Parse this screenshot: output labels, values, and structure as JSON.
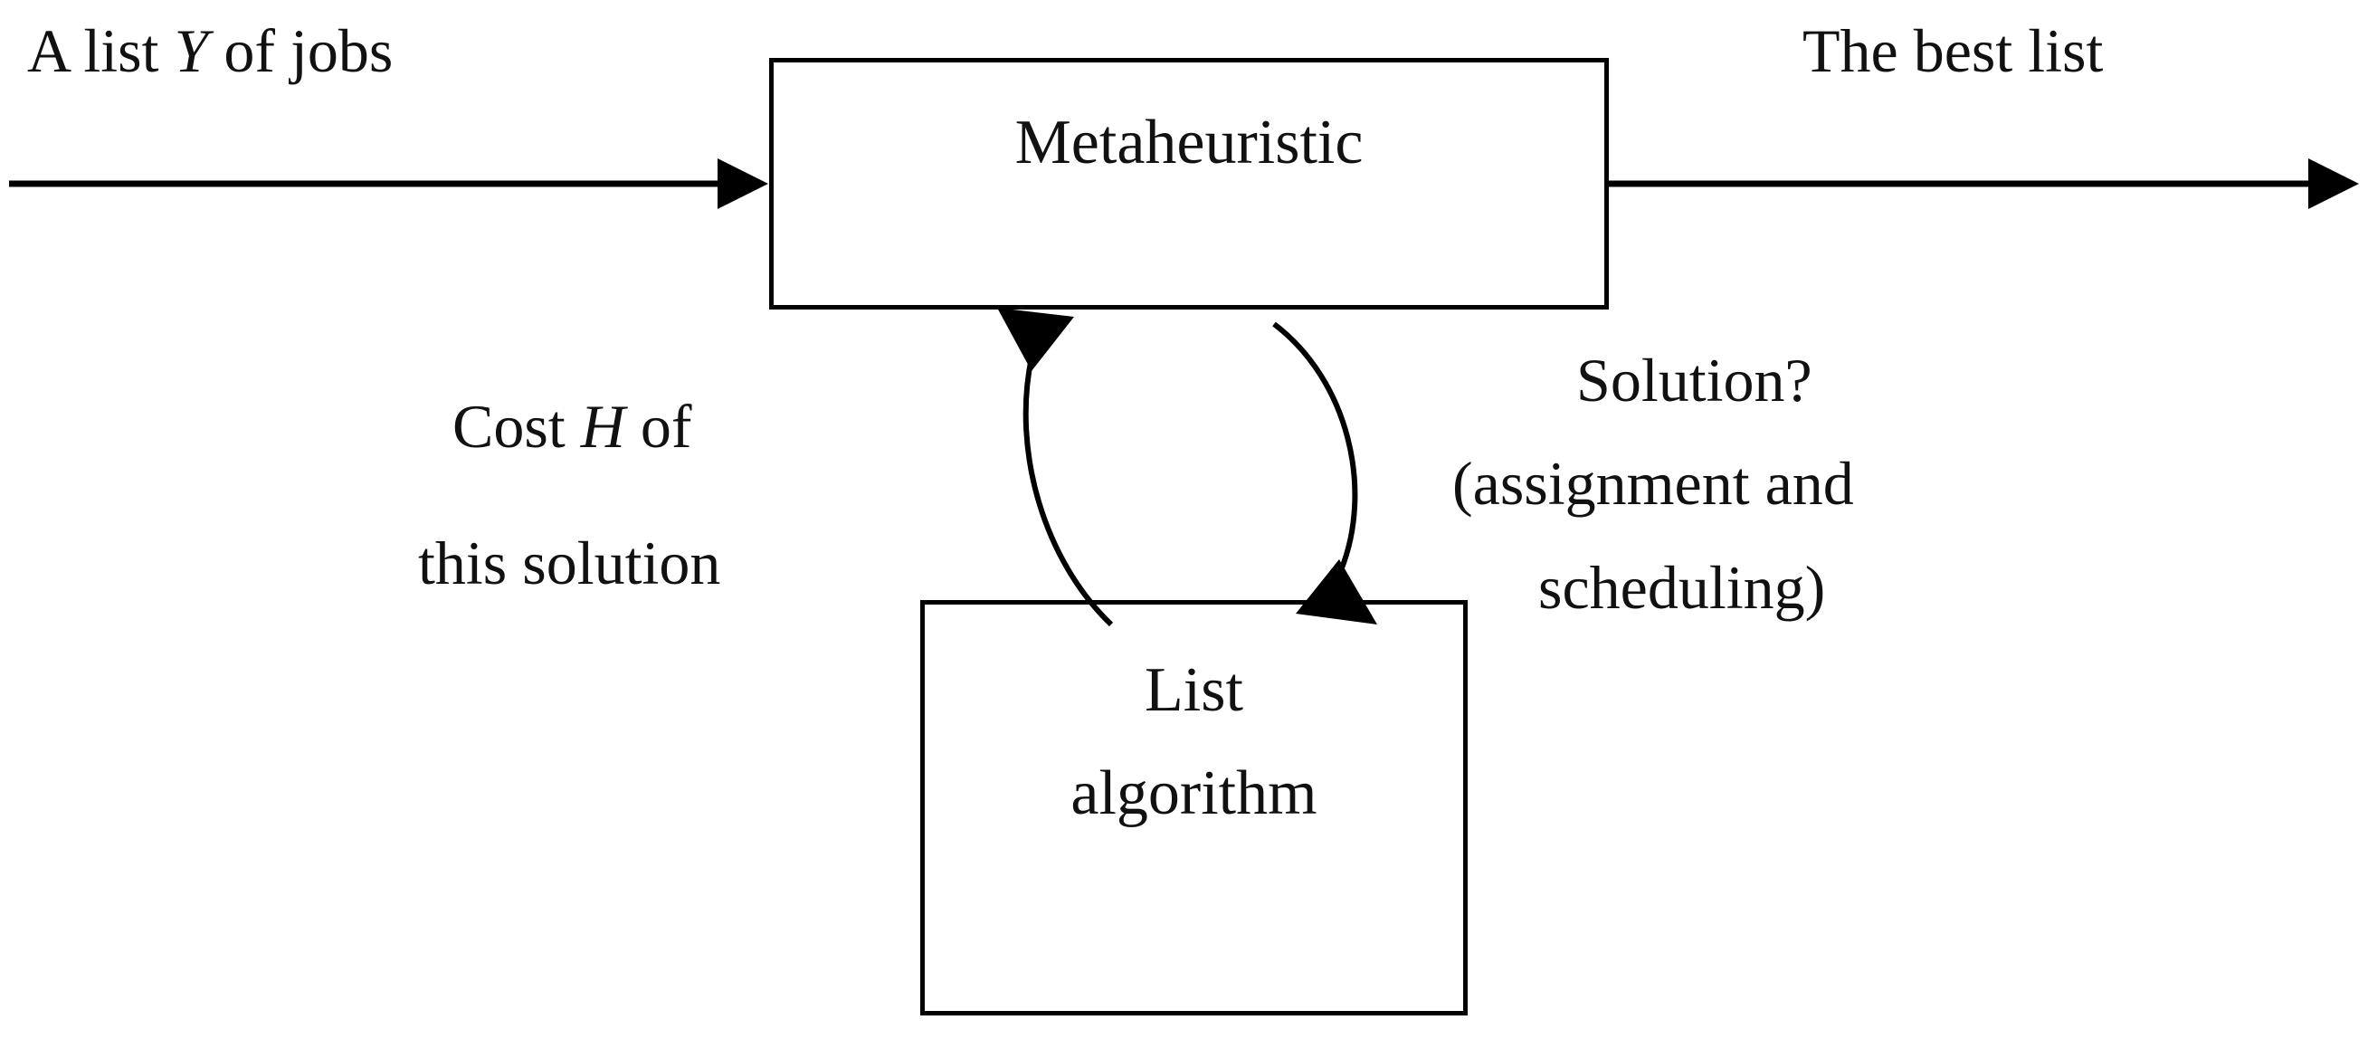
{
  "diagram": {
    "title": "Metaheuristic and list algorithm interaction diagram",
    "colors": {
      "stroke": "#000000",
      "text": "#111111",
      "background": "#ffffff"
    },
    "boxes": [
      {
        "id": "metaheuristic",
        "label": "Metaheuristic"
      },
      {
        "id": "list-algorithm",
        "label_line1": "List",
        "label_line2": "algorithm"
      }
    ],
    "labels": {
      "input": {
        "prefix": "A list ",
        "symbol": "Y",
        "suffix": " of jobs",
        "full": "A list Y of jobs"
      },
      "output": {
        "full": "The best list"
      },
      "cost": {
        "line1_prefix": "Cost ",
        "line1_symbol": "H",
        "line1_suffix": " of",
        "line2": "this solution",
        "full": "Cost H of this solution"
      },
      "solution": {
        "line1": "Solution?",
        "line2": "(assignment and",
        "line3": "scheduling)",
        "full": "Solution? (assignment and scheduling)"
      }
    },
    "arrows": [
      {
        "id": "input-arrow",
        "direction": "right",
        "from": "left-edge-of-figure",
        "to": "metaheuristic-box",
        "style": "straight"
      },
      {
        "id": "output-arrow",
        "direction": "right",
        "from": "metaheuristic-box",
        "to": "right-edge-of-figure",
        "style": "straight"
      },
      {
        "id": "feedback-up-arrow",
        "direction": "up",
        "from": "list-algorithm-box",
        "to": "metaheuristic-box",
        "style": "curved"
      },
      {
        "id": "feedback-down-arrow",
        "direction": "down",
        "from": "metaheuristic-box",
        "to": "list-algorithm-box",
        "style": "curved"
      }
    ]
  }
}
